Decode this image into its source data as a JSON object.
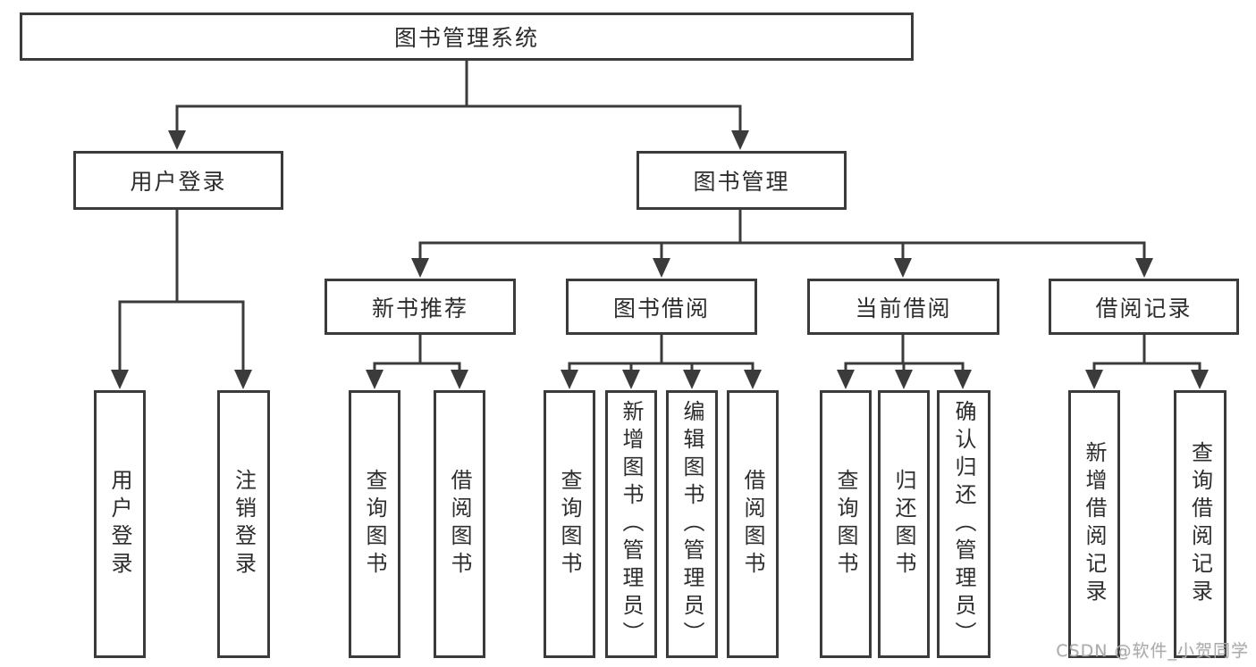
{
  "diagram": {
    "root": {
      "label": "图书管理系统"
    },
    "login": {
      "label": "用户登录",
      "children": [
        {
          "label": "用户登录"
        },
        {
          "label": "注销登录"
        }
      ]
    },
    "management": {
      "label": "图书管理",
      "sections": [
        {
          "label": "新书推荐",
          "children": [
            {
              "label": "查询图书"
            },
            {
              "label": "借阅图书"
            }
          ]
        },
        {
          "label": "图书借阅",
          "children": [
            {
              "label": "查询图书"
            },
            {
              "label": "新增图书（管理员）"
            },
            {
              "label": "编辑图书（管理员）"
            },
            {
              "label": "借阅图书"
            }
          ]
        },
        {
          "label": "当前借阅",
          "children": [
            {
              "label": "查询图书"
            },
            {
              "label": "归还图书"
            },
            {
              "label": "确认归还（管理员）"
            }
          ]
        },
        {
          "label": "借阅记录",
          "children": [
            {
              "label": "新增借阅记录"
            },
            {
              "label": "查询借阅记录"
            }
          ]
        }
      ]
    }
  },
  "watermark": {
    "text": "CSDN @软件_小贺同学"
  },
  "colors": {
    "line": "#3b3b3b",
    "text": "#2d2d2d",
    "box_background": "#ffffff",
    "watermark": "#ababab",
    "background": "#ffffff"
  }
}
